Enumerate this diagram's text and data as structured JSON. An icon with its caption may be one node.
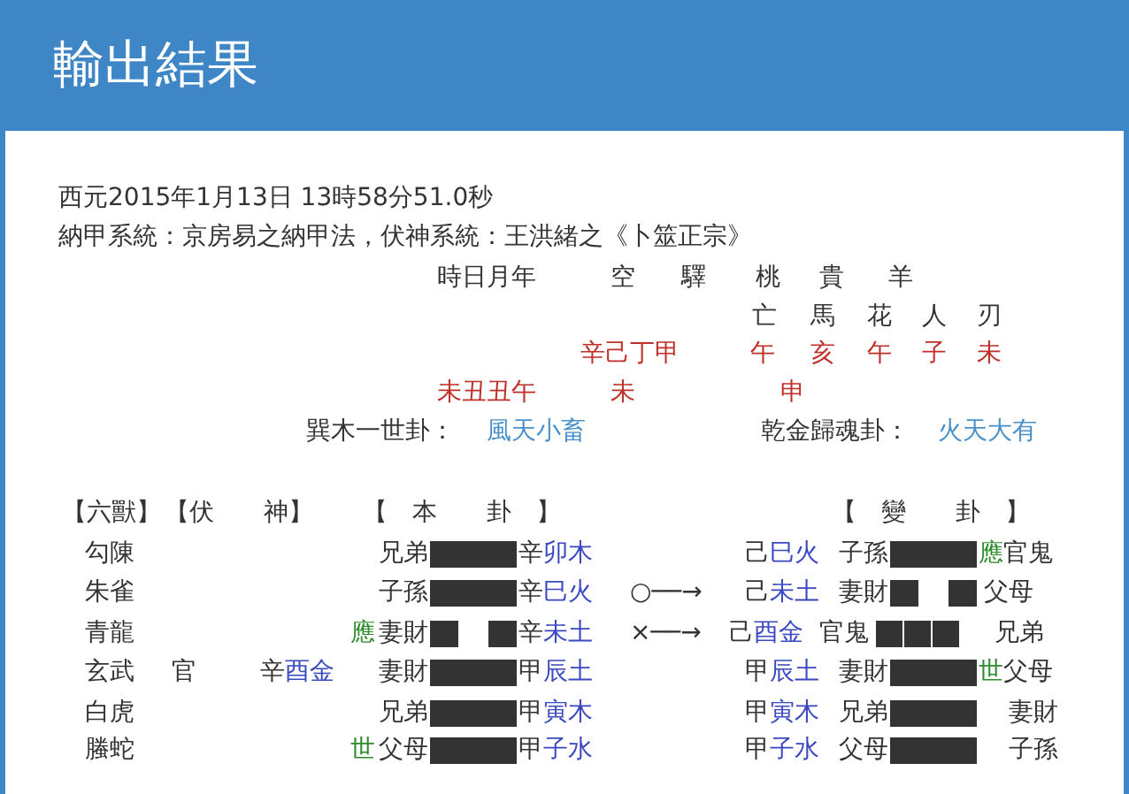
{
  "diagram": {
    "title": "輸出結果",
    "labels": [
      "西元2015年1月13日 13時58分51.0秒",
      "納甲系統：京房易之納甲法，伏神系統：王洪緒之《卜筮正宗》",
      "時日月年",
      "空",
      "驛",
      "桃",
      "貴",
      "羊",
      "亡",
      "馬",
      "花",
      "人",
      "刃",
      "辛己丁甲",
      "午",
      "亥",
      "午",
      "子",
      "未",
      "未丑丑午",
      "未",
      "申",
      "巽木一世卦：",
      "風天小畜",
      "乾金歸魂卦：",
      "火天大有",
      "【六獸】",
      "【伏　　神】",
      "【　本　　卦　】",
      "【　變　　卦　】",
      "勾陳",
      "兄弟",
      "辛",
      "卯木",
      "己",
      "巳火",
      "子孫",
      "應",
      "官鬼",
      "朱雀",
      "子孫",
      "辛",
      "巳火",
      "○──→",
      "己",
      "未土",
      "妻財",
      "父母",
      "青龍",
      "應",
      "妻財",
      "辛",
      "未土",
      "×──→",
      "己",
      "酉金",
      "官鬼",
      "兄弟",
      "玄武",
      "官",
      "辛",
      "酉金",
      "妻財",
      "甲",
      "辰土",
      "甲",
      "辰土",
      "妻財",
      "世",
      "父母",
      "白虎",
      "兄弟",
      "甲",
      "寅木",
      "甲",
      "寅木",
      "兄弟",
      "妻財",
      "螣蛇",
      "世",
      "父母",
      "甲",
      "子水",
      "甲",
      "子水",
      "父母",
      "子孫"
    ]
  }
}
